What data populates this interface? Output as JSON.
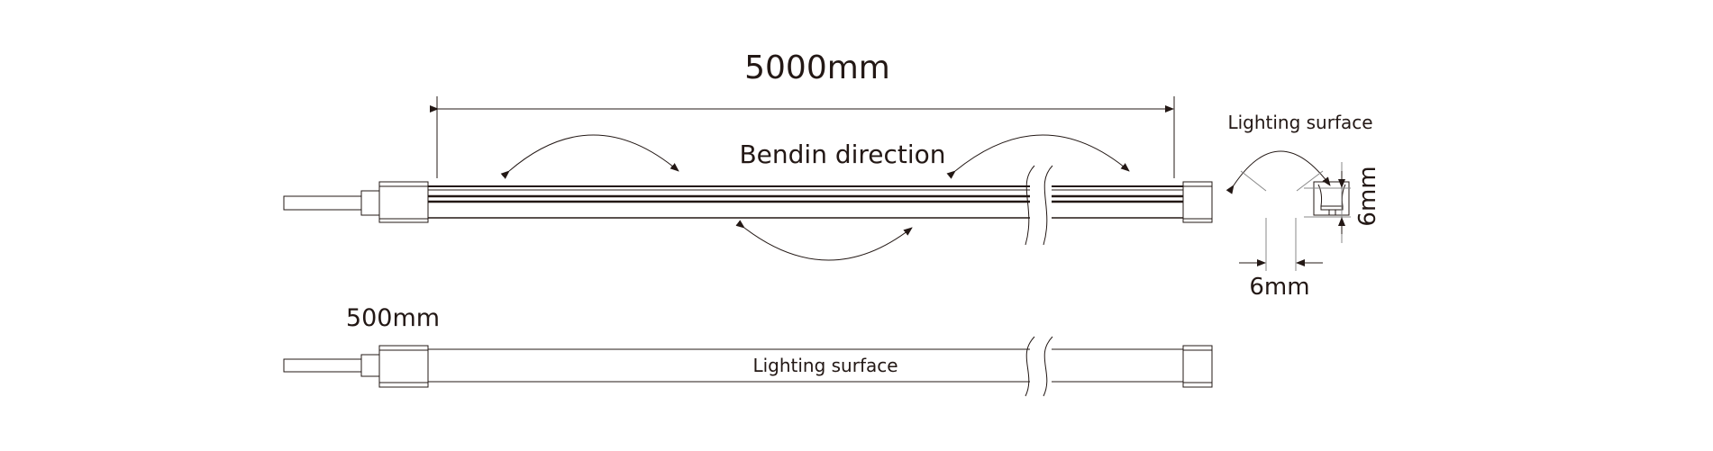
{
  "top_view": {
    "length_label": "5000mm",
    "bend_label": "Bendin direction"
  },
  "bottom_view": {
    "length_label": "500mm",
    "surface_label": "Lighting surface"
  },
  "cross_section": {
    "surface_label": "Lighting surface",
    "width_label": "6mm",
    "height_label": "6mm"
  },
  "colors": {
    "line": "#231815",
    "background": "#ffffff"
  }
}
